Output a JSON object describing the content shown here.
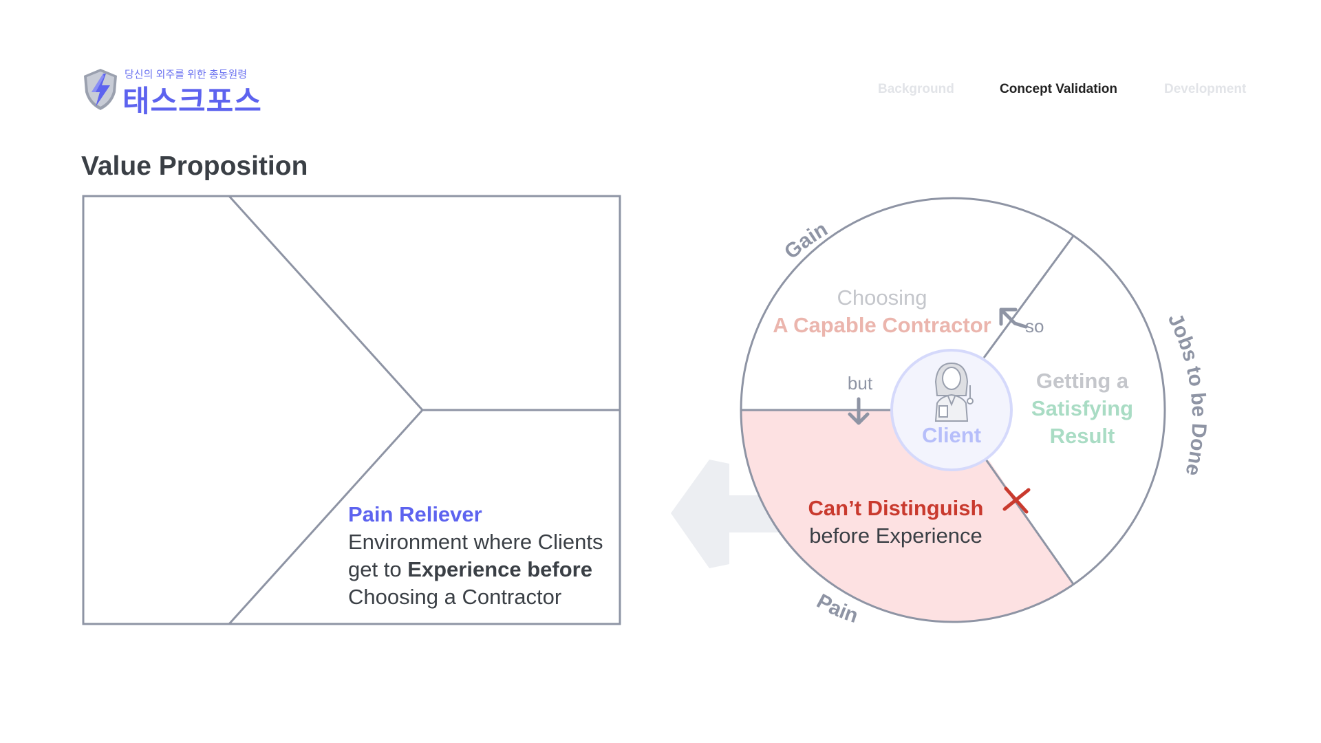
{
  "logo": {
    "tagline": "당신의 외주를 위한 총동원령",
    "name": "태스크포스"
  },
  "nav": {
    "items": [
      {
        "label": "Background",
        "state": "muted"
      },
      {
        "label": "Concept Validation",
        "state": "active"
      },
      {
        "label": "Development",
        "state": "muted"
      }
    ]
  },
  "page": {
    "title": "Value Proposition"
  },
  "value_map": {
    "pain_reliever": {
      "heading": "Pain Reliever",
      "line1": "Environment where Clients",
      "line2_prefix": "get to ",
      "line2_bold": "Experience before",
      "line3": "Choosing a Contractor"
    }
  },
  "customer_profile": {
    "gain_label": "Gain",
    "pain_label": "Pain",
    "jobs_label": "Jobs to be Done",
    "center_label": "Client",
    "gain_text": {
      "line1": "Choosing",
      "line2": "A Capable Contractor"
    },
    "jobs_text": {
      "line1": "Getting a",
      "line2": "Satisfying",
      "line3": "Result"
    },
    "pain_text": {
      "line1": "Can’t Distinguish",
      "line2": "before Experience"
    },
    "so_label": "so",
    "but_label": "but"
  },
  "colors": {
    "brand": "#5d63ef",
    "outline": "#8e94a4",
    "pain_fill": "#fde1e2",
    "pain_accent": "#c93a2e",
    "gain_accent": "#ebb5ad",
    "jobs_accent": "#a9dcc4",
    "client_accent": "#b6befa",
    "arrow_fill": "#eceef2"
  }
}
